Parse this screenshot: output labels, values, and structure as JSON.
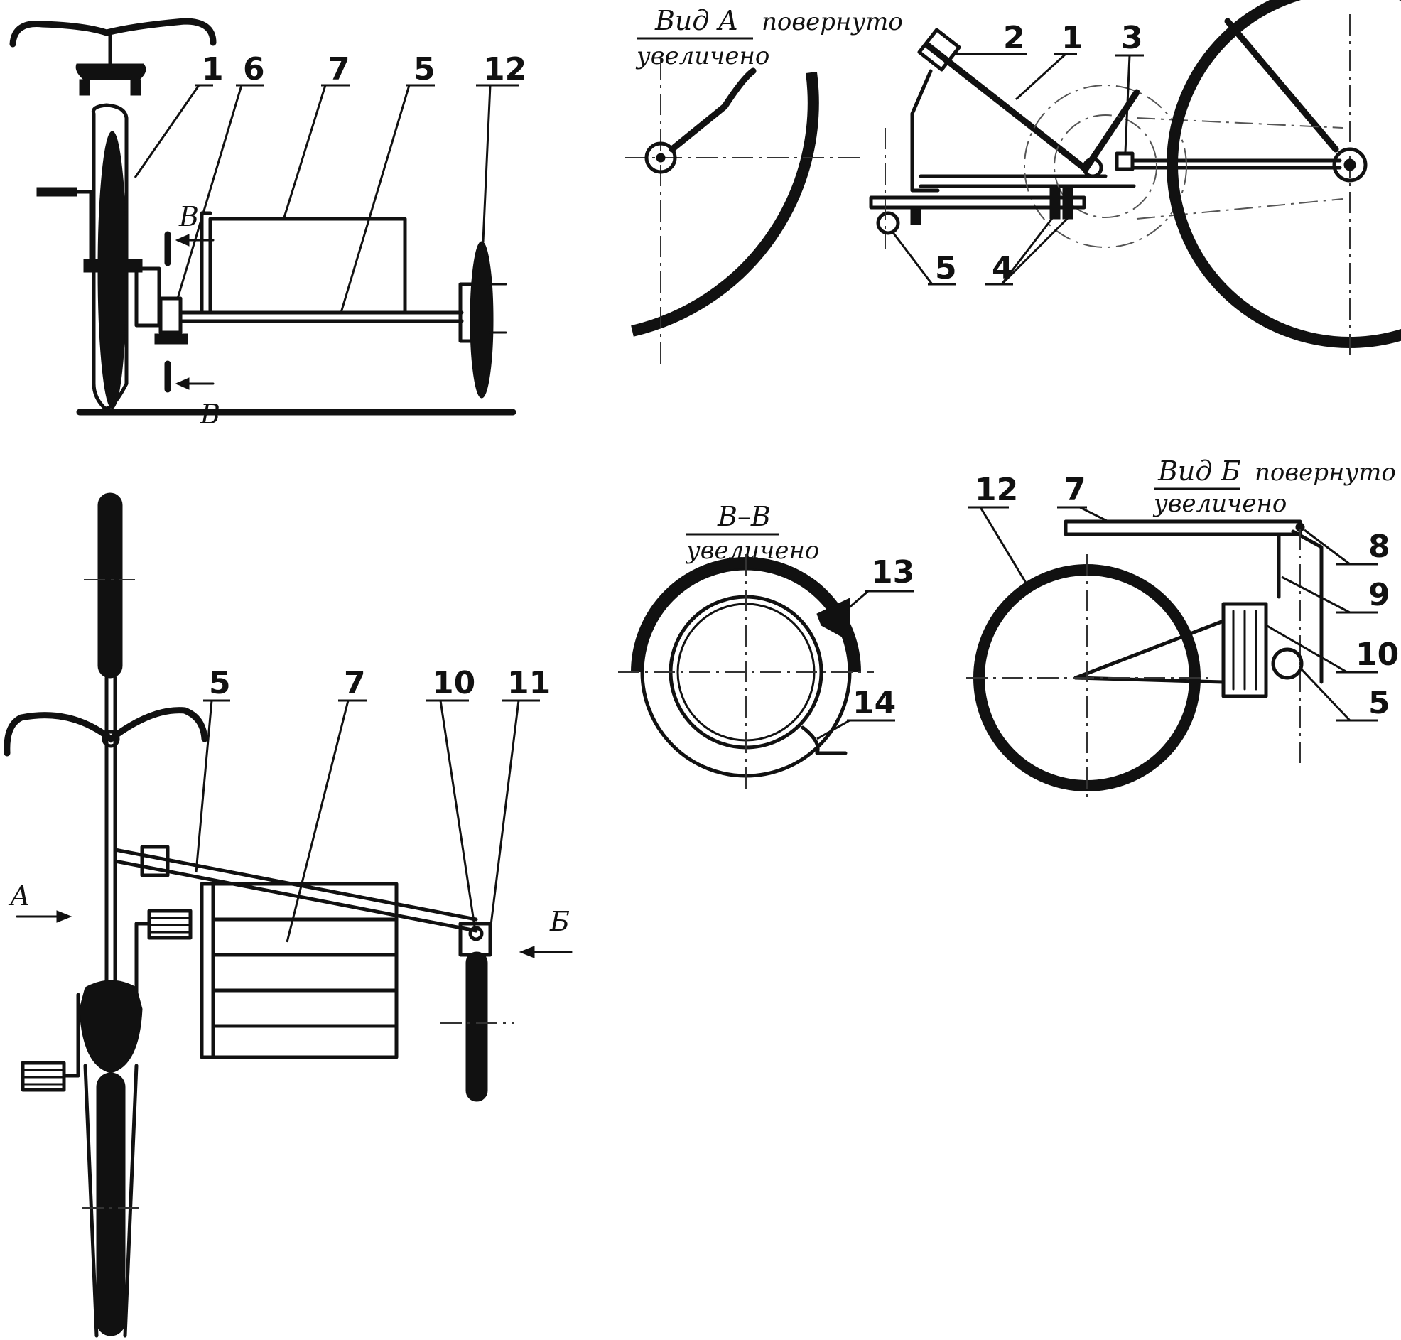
{
  "top_left_view": {
    "callouts": [
      "1",
      "6",
      "7",
      "5",
      "12"
    ],
    "section_mark": "В"
  },
  "view_a": {
    "title": "Вид А",
    "note_rotated": "повернуто",
    "note_enlarged": "увеличено",
    "callouts": [
      "2",
      "1",
      "3",
      "5",
      "4"
    ]
  },
  "section_vv": {
    "title": "В–В",
    "note_enlarged": "увеличено",
    "callouts": [
      "13",
      "14"
    ]
  },
  "view_b": {
    "title": "Вид Б",
    "note_rotated": "повернуто",
    "note_enlarged": "увеличено",
    "callouts": [
      "12",
      "7",
      "8",
      "9",
      "10",
      "5"
    ]
  },
  "plan_view": {
    "callouts": [
      "5",
      "7",
      "10",
      "11"
    ],
    "arrow_a": "А",
    "arrow_b": "Б"
  }
}
